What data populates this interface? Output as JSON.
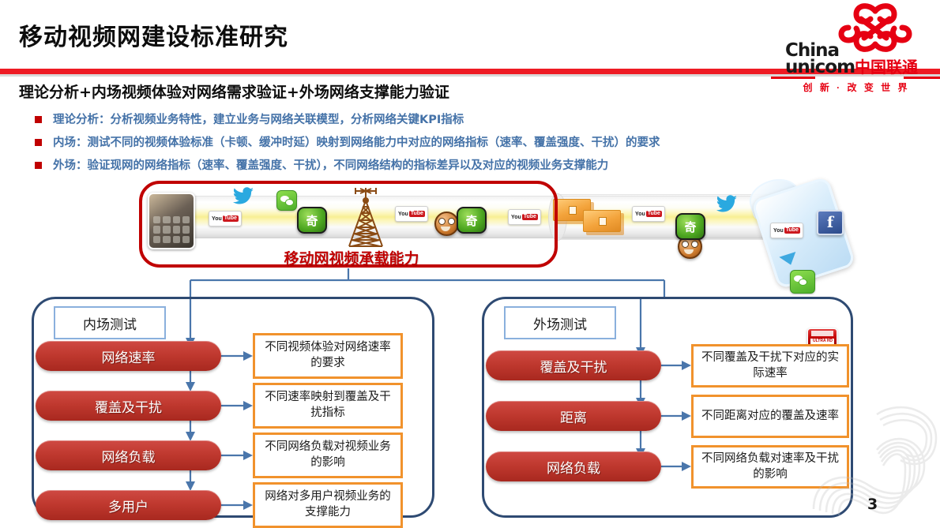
{
  "header": {
    "title": "移动视频网建设标准研究",
    "subtitle": "理论分析+内场视频体验对网络需求验证+外场网络支撑能力验证"
  },
  "logo": {
    "line1": "China",
    "line2_en": "unicom",
    "line2_cn": "中国联通",
    "slogan": "创 新 · 改 变 世 界",
    "brand_color": "#e60012"
  },
  "bullets": [
    "理论分析：分析视频业务特性，建立业务与网络关联模型，分析网络关键KPI指标",
    "内场：测试不同的视频体验标准（卡顿、缓冲时延）映射到网络能力中对应的网络指标（速率、覆盖强度、干扰）的要求",
    "外场：验证现网的网络指标（速率、覆盖强度、干扰），不同网络结构的指标差异以及对应的视频业务支撑能力"
  ],
  "pipeline": {
    "label": "移动网视频承载能力",
    "label_color": "#c00000",
    "border_color": "#c00000",
    "devices": [
      {
        "name": "tablet-device"
      },
      {
        "name": "cell-tower-icon"
      },
      {
        "name": "router-icon"
      },
      {
        "name": "router-icon"
      },
      {
        "name": "smartphone-device"
      }
    ],
    "app_icons": [
      "twitter-icon",
      "wechat-icon",
      "youtube-icon",
      "iqiyi-icon",
      "sogou-icon",
      "youtube-icon",
      "iqiyi-icon",
      "youtube-icon",
      "sogou-icon",
      "twitter-icon",
      "wechat-icon",
      "facebook-icon",
      "netflix-icon",
      "youtube-icon"
    ]
  },
  "panels": {
    "left": {
      "head": "内场测试",
      "steps": [
        "网络速率",
        "覆盖及干扰",
        "网络负载",
        "多用户"
      ],
      "outcomes": [
        "不同视频体验对网络速率的要求",
        "不同速率映射到覆盖及干扰指标",
        "不同网络负载对视频业务的影响",
        "网络对多用户视频业务的支撑能力"
      ]
    },
    "right": {
      "head": "外场测试",
      "steps": [
        "覆盖及干扰",
        "距离",
        "网络负载"
      ],
      "outcomes": [
        "不同覆盖及干扰下对应的实际速率",
        "不同距离对应的覆盖及速率",
        "不同网络负载对速率及干扰的影响"
      ]
    }
  },
  "footer": {
    "page_number": "3"
  },
  "colors": {
    "accent_red": "#c00000",
    "rule_red": "#ee1b24",
    "bullet_text_blue": "#4472a8",
    "panel_border_blue": "#2e4a72",
    "outcome_border_orange": "#f1922c",
    "connector_blue": "#4a76ab"
  }
}
